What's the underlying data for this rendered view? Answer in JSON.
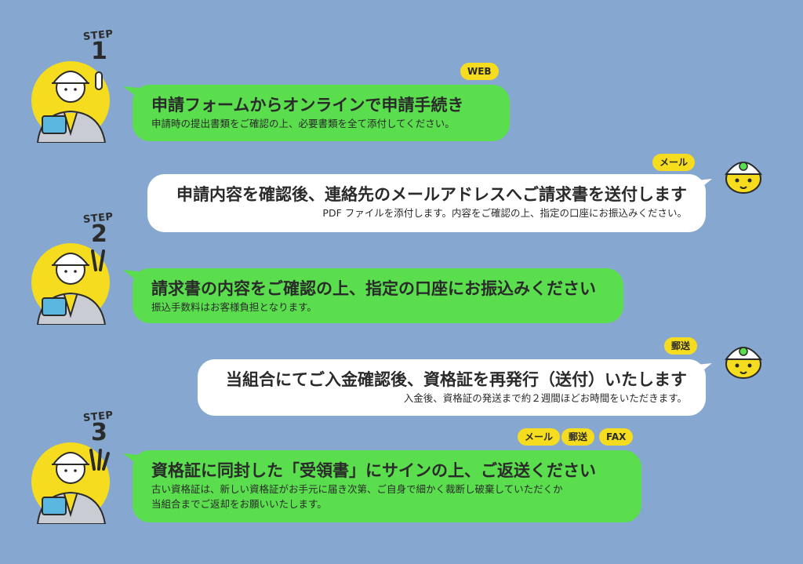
{
  "steps": [
    {
      "label": "STEP",
      "number": "1"
    },
    {
      "label": "STEP",
      "number": "2"
    },
    {
      "label": "STEP",
      "number": "3"
    }
  ],
  "bubbles": [
    {
      "tags": [
        "WEB"
      ],
      "title": "申請フォームからオンラインで申請手続き",
      "sub": "申請時の提出書類をご確認の上、必要書類を全て添付してください。"
    },
    {
      "tags": [
        "メール"
      ],
      "title": "申請内容を確認後、連絡先のメールアドレスへご請求書を送付します",
      "sub": "PDF ファイルを添付します。内容をご確認の上、指定の口座にお振込みください。"
    },
    {
      "tags": [],
      "title": "請求書の内容をご確認の上、指定の口座にお振込みください",
      "sub": "振込手数料はお客様負担となります。"
    },
    {
      "tags": [
        "郵送"
      ],
      "title": "当組合にてご入金確認後、資格証を再発行（送付）いたします",
      "sub": "入金後、資格証の発送まで約２週間ほどお時間をいただきます。"
    },
    {
      "tags": [
        "メール",
        "郵送",
        "FAX"
      ],
      "title": "資格証に同封した「受領書」にサインの上、ご返送ください",
      "sub": "古い資格証は、新しい資格証がお手元に届き次第、ご自身で細かく裁断し破棄していただくか",
      "sub2": "当組合までご返却をお願いいたします。"
    }
  ],
  "colors": {
    "background": "#86a7cf",
    "green": "#5ade4e",
    "tag": "#f6dc1f",
    "text": "#2a2a2a",
    "avatar_circle": "#f6dc1f"
  },
  "icons": [
    "worker-avatar-icon",
    "tiger-mascot-icon"
  ]
}
